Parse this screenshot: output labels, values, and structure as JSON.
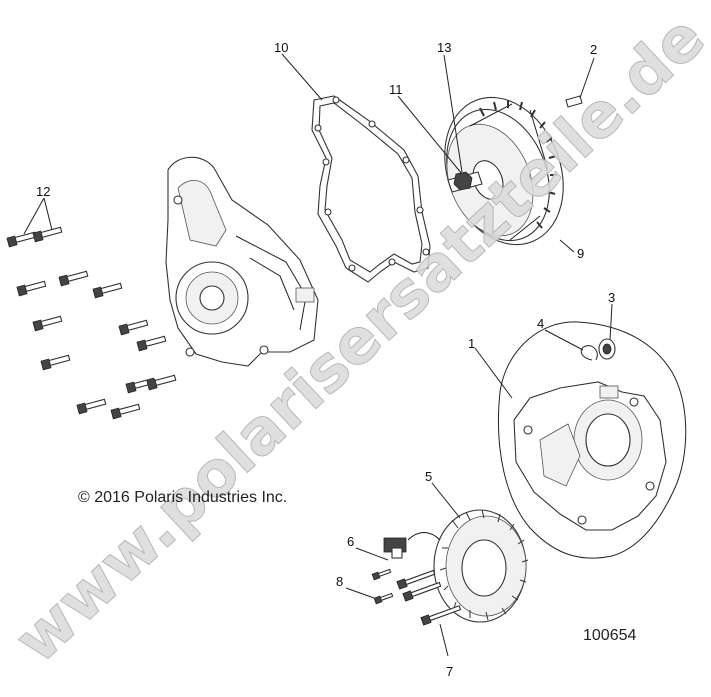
{
  "diagram": {
    "copyright": "© 2016 Polaris Industries Inc.",
    "part_number": "100654",
    "watermark": "www.polarisersatzteile.de",
    "callouts": {
      "c1": "1",
      "c2": "2",
      "c3": "3",
      "c4": "4",
      "c5": "5",
      "c6": "6",
      "c7": "7",
      "c8": "8",
      "c9": "9",
      "c10": "10",
      "c11": "11",
      "c12": "12",
      "c13": "13"
    }
  }
}
